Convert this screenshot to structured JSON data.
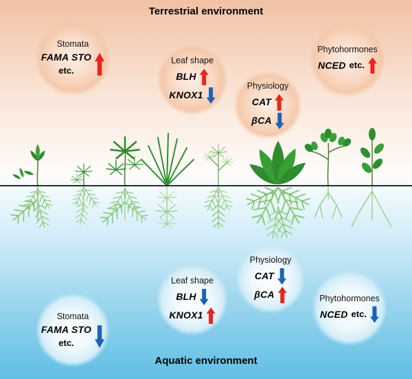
{
  "titles": {
    "terrestrial": "Terrestrial environment",
    "aquatic": "Aquatic environment"
  },
  "colors": {
    "up_arrow": "#e8251c",
    "down_arrow": "#1c63b5",
    "terrestrial_background": "#f1c2a5",
    "aquatic_background": "#5fbfe4",
    "terrestrial_leaf_green": "#2e8b2e",
    "aquatic_leaf_green": "#8cc97b"
  },
  "terrestrial": {
    "stomata": {
      "title": "Stomata",
      "gene": "FAMA STO",
      "gene_dir": "up",
      "etc": "etc."
    },
    "leaf_shape": {
      "title": "Leaf shape",
      "gene1": "BLH",
      "gene1_dir": "up",
      "gene2": "KNOX1",
      "gene2_dir": "down"
    },
    "physiology": {
      "title": "Physiology",
      "gene1": "CAT",
      "gene1_dir": "up",
      "gene2": "βCA",
      "gene2_dir": "down"
    },
    "phytohormones": {
      "title": "Phytohormones",
      "gene": "NCED",
      "etc": "etc.",
      "gene_dir": "up"
    }
  },
  "aquatic": {
    "stomata": {
      "title": "Stomata",
      "gene": "FAMA STO",
      "gene_dir": "down",
      "etc": "etc."
    },
    "leaf_shape": {
      "title": "Leaf shape",
      "gene1": "BLH",
      "gene1_dir": "down",
      "gene2": "KNOX1",
      "gene2_dir": "up"
    },
    "physiology": {
      "title": "Physiology",
      "gene1": "CAT",
      "gene1_dir": "down",
      "gene2": "βCA",
      "gene2_dir": "up"
    },
    "phytohormones": {
      "title": "Phytohormones",
      "gene": "NCED",
      "etc": "etc.",
      "gene_dir": "down"
    }
  }
}
